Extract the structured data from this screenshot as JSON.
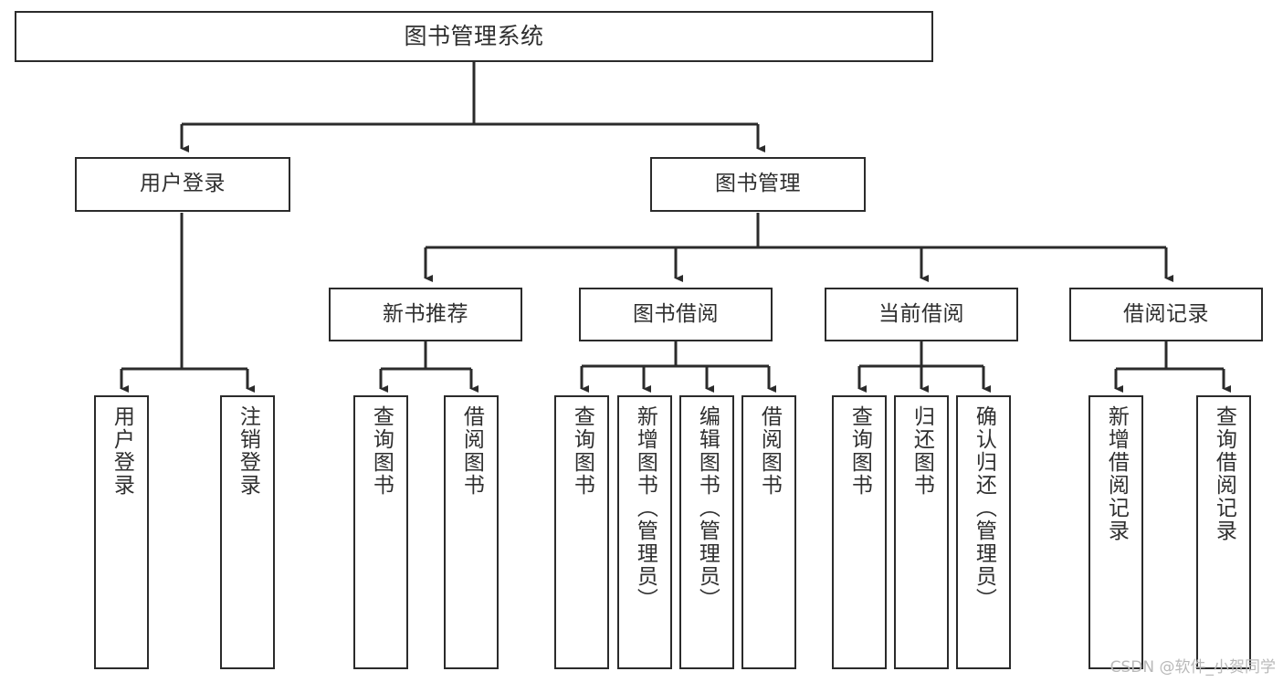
{
  "diagram": {
    "title": "图书管理系统",
    "type": "tree-hierarchy",
    "background_color": "#ffffff",
    "box_border_color": "#2b2b2b",
    "text_color": "#2f2f2f",
    "connector_color": "#2b2b2b"
  },
  "nodes": {
    "root": {
      "label": "图书管理系统"
    },
    "level1": [
      {
        "label": "用户登录"
      },
      {
        "label": "图书管理"
      }
    ],
    "level2": [
      {
        "label": "新书推荐"
      },
      {
        "label": "图书借阅"
      },
      {
        "label": "当前借阅"
      },
      {
        "label": "借阅记录"
      }
    ],
    "leaves_user_login": [
      {
        "label": "用户登录"
      },
      {
        "label": "注销登录"
      }
    ],
    "leaves_new_book": [
      {
        "label": "查询图书"
      },
      {
        "label": "借阅图书"
      }
    ],
    "leaves_borrow": [
      {
        "label": "查询图书"
      },
      {
        "label": "新增图书（管理员）"
      },
      {
        "label": "编辑图书（管理员）"
      },
      {
        "label": "借阅图书"
      }
    ],
    "leaves_current": [
      {
        "label": "查询图书"
      },
      {
        "label": "归还图书"
      },
      {
        "label": "确认归还（管理员）"
      }
    ],
    "leaves_records": [
      {
        "label": "新增借阅记录"
      },
      {
        "label": "查询借阅记录"
      }
    ]
  },
  "watermark": {
    "text": "CSDN @软件_小贺同学"
  }
}
